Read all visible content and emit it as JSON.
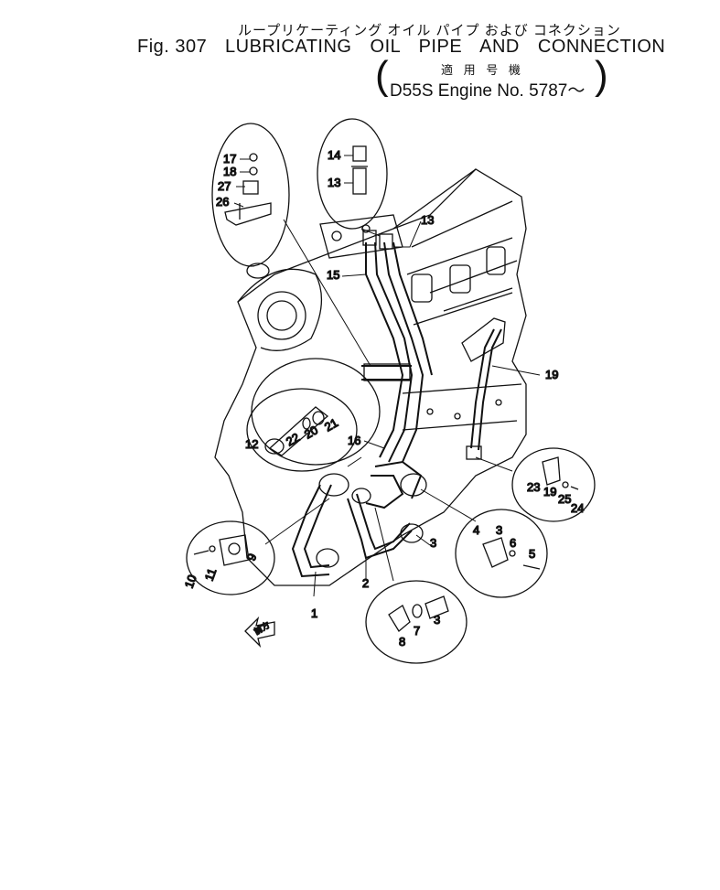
{
  "header": {
    "japanese_title": "ループリケーティング オイル パイプ および コネクション",
    "figure_number": "Fig. 307",
    "title": "LUBRICATING OIL PIPE AND CONNECTION",
    "applicable_japanese": "適 用 号 機",
    "engine_serial": "D55S Engine No. 5787～"
  },
  "arrow_label": "前方",
  "callouts": {
    "c1": "1",
    "c2": "2",
    "c3a": "3",
    "c3b": "3",
    "c3c": "3",
    "c4": "4",
    "c5": "5",
    "c6": "6",
    "c7": "7",
    "c8": "8",
    "c9": "9",
    "c10": "10",
    "c11": "11",
    "c12": "12",
    "c13a": "13",
    "c13b": "13",
    "c14": "14",
    "c15": "15",
    "c16": "16",
    "c17": "17",
    "c18": "18",
    "c19a": "19",
    "c19b": "19",
    "c20": "20",
    "c21": "21",
    "c22": "22",
    "c23": "23",
    "c24": "24",
    "c25": "25",
    "c26": "26",
    "c27": "27"
  }
}
